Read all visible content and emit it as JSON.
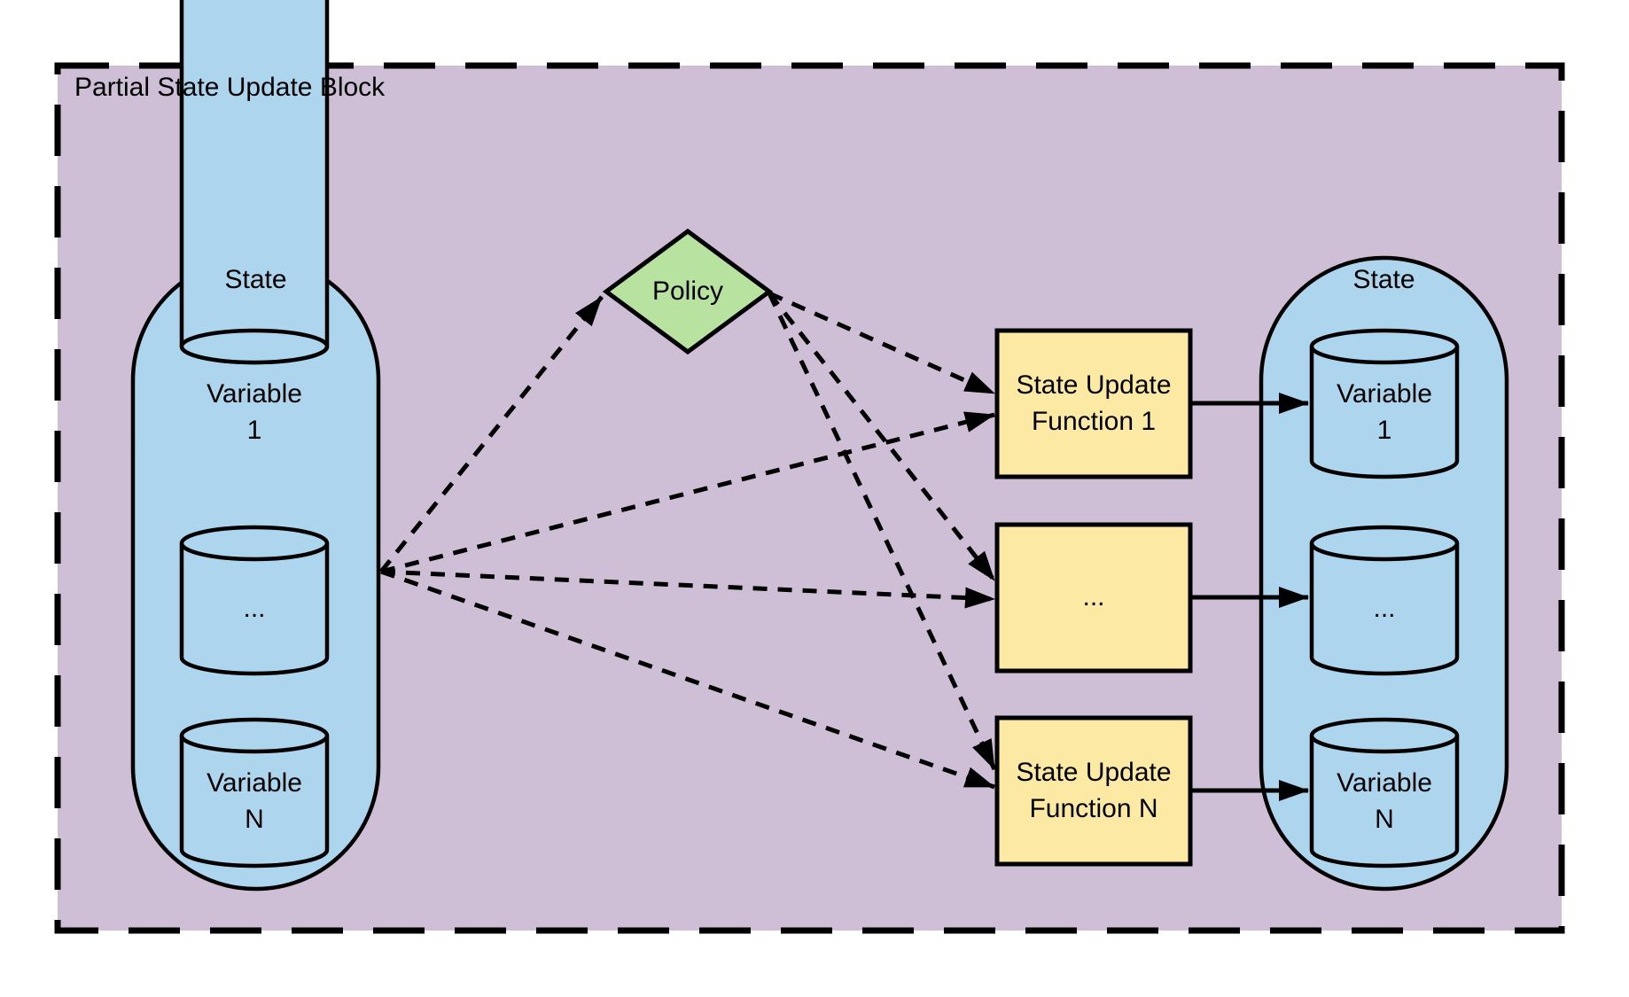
{
  "title": "Partial State Update Block",
  "colors": {
    "page_background": "#FFFFFF",
    "block_fill": "#CEBED6",
    "state_fill": "#ADD5EE",
    "policy_fill": "#B7E2A0",
    "function_fill": "#FCE9A3",
    "stroke": "#000000"
  },
  "left_state": {
    "label": "State",
    "variables": [
      {
        "label": "Variable\n1"
      },
      {
        "label": "..."
      },
      {
        "label": "Variable\nN"
      }
    ]
  },
  "policy": {
    "label": "Policy"
  },
  "functions": [
    {
      "label": "State Update\nFunction 1"
    },
    {
      "label": "..."
    },
    {
      "label": "State Update\nFunction N"
    }
  ],
  "right_state": {
    "label": "State",
    "variables": [
      {
        "label": "Variable\n1"
      },
      {
        "label": "..."
      },
      {
        "label": "Variable\nN"
      }
    ]
  }
}
